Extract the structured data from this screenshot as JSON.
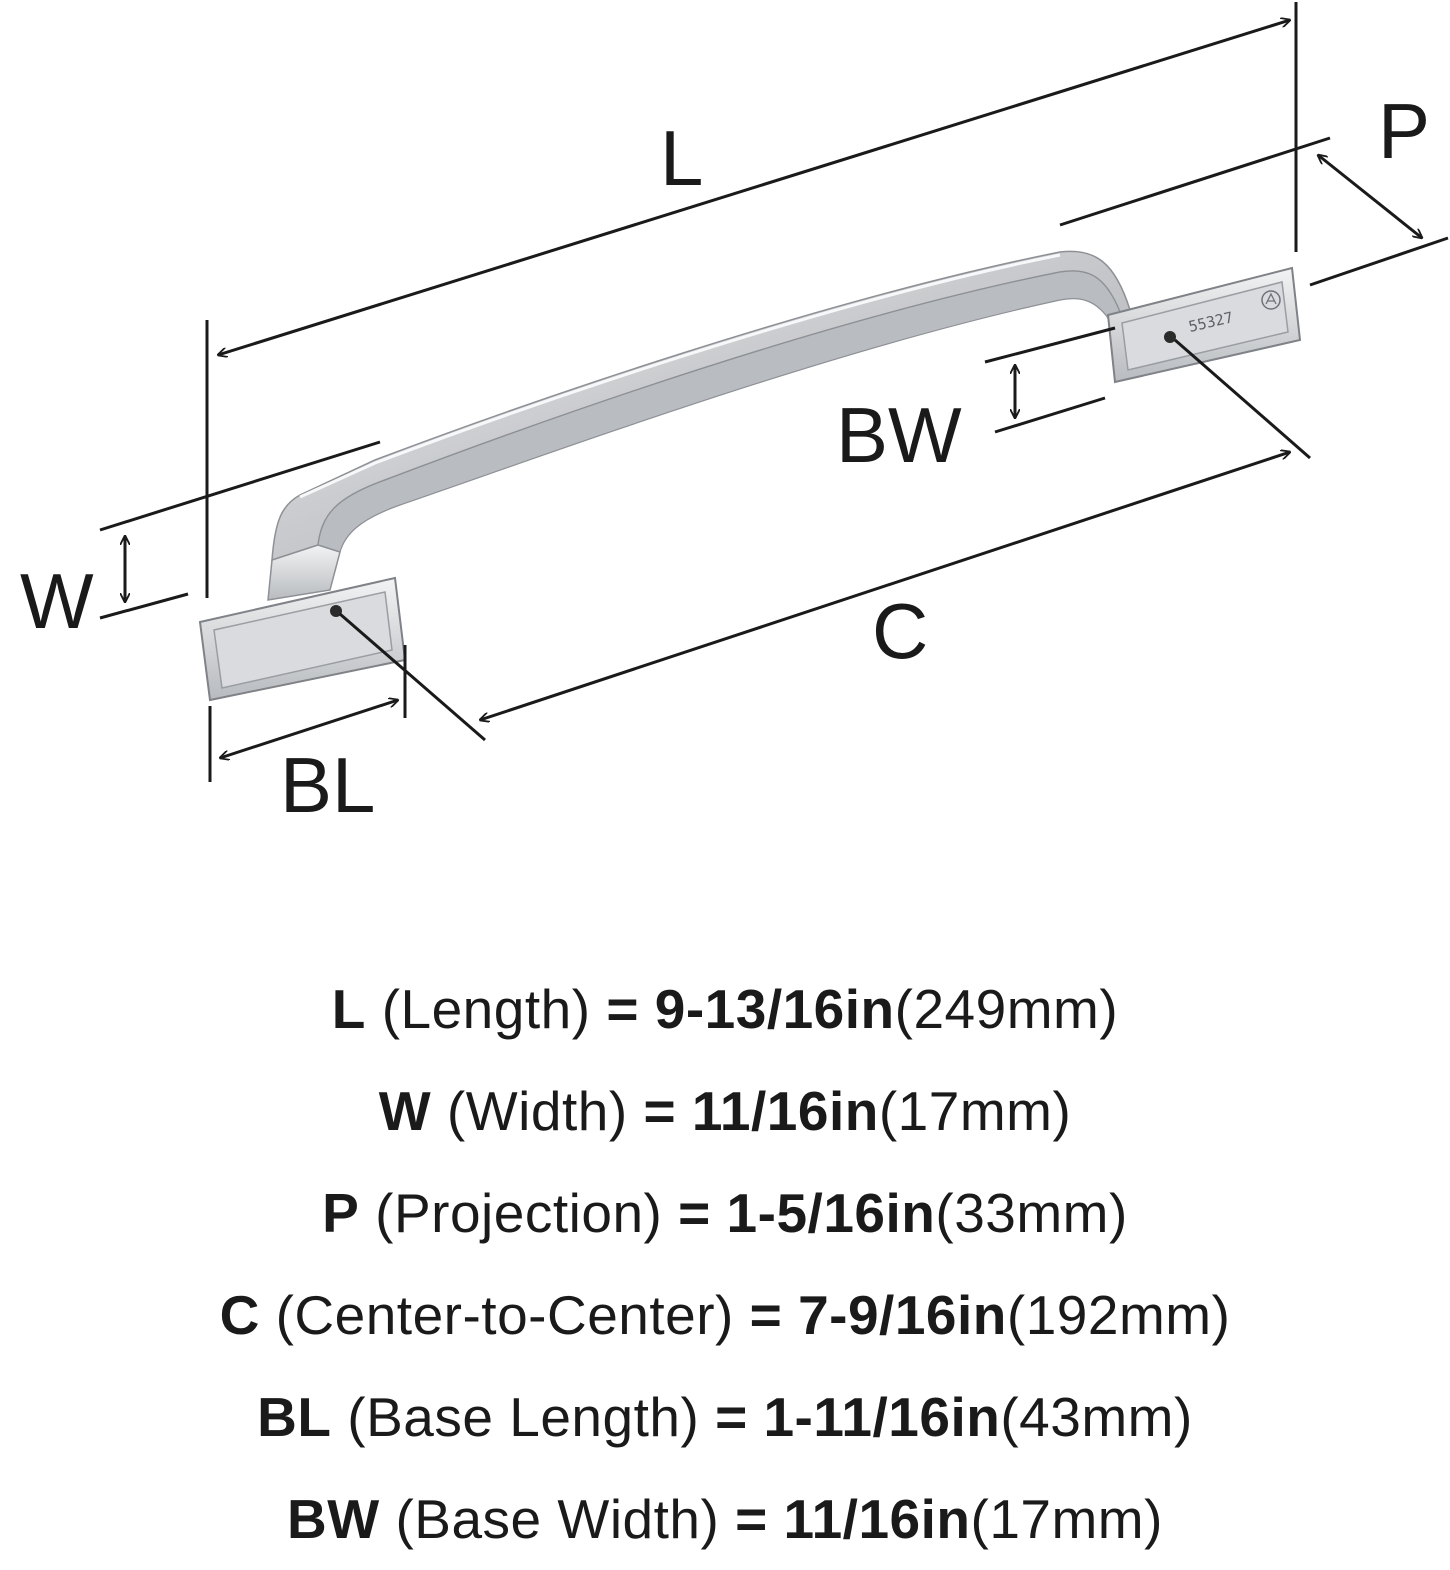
{
  "diagram": {
    "labels": {
      "L": "L",
      "P": "P",
      "BW": "BW",
      "W": "W",
      "C": "C",
      "BL": "BL"
    },
    "part_stamp": "55327"
  },
  "specs": [
    {
      "code": "L",
      "name": "(Length)",
      "imperial": "9-13/16in",
      "metric": "(249mm)"
    },
    {
      "code": "W",
      "name": "(Width)",
      "imperial": "11/16in",
      "metric": "(17mm)"
    },
    {
      "code": "P",
      "name": "(Projection)",
      "imperial": "1-5/16in",
      "metric": "(33mm)"
    },
    {
      "code": "C",
      "name": "(Center-to-Center)",
      "imperial": "7-9/16in",
      "metric": "(192mm)"
    },
    {
      "code": "BL",
      "name": "(Base Length)",
      "imperial": "1-11/16in",
      "metric": "(43mm)"
    },
    {
      "code": "BW",
      "name": "(Base Width)",
      "imperial": "11/16in",
      "metric": "(17mm)"
    }
  ],
  "equals_sign": "=",
  "colors": {
    "ink": "#1a1a1a",
    "metal_light": "#dcdde0",
    "metal_dark": "#9ea1a6"
  }
}
